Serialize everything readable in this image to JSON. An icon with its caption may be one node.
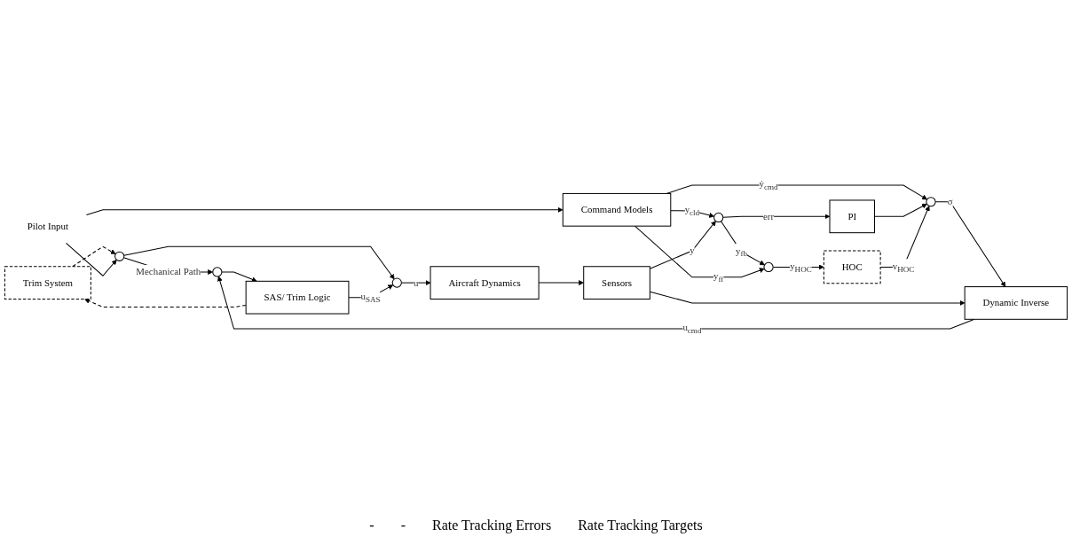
{
  "diagram": {
    "nodes": [
      {
        "text": [
          "Trim System"
        ]
      },
      {
        "text": [],
        "shape": "circle"
      },
      {
        "text": [
          "Pilot Input"
        ]
      },
      {
        "text": [
          "Command Models"
        ]
      },
      {
        "text": [],
        "shape": "circle"
      },
      {
        "text": [],
        "shape": "circle"
      },
      {
        "text": [
          "PI"
        ]
      },
      {
        "text": [
          "Dynamic Inverse"
        ]
      },
      {
        "text": [],
        "shape": "circle"
      },
      {
        "text": [
          "SAS/ Trim Logic"
        ]
      },
      {
        "text": [],
        "shape": "circle"
      },
      {
        "text": [
          "Aircraft Dynamics"
        ]
      },
      {
        "text": [
          "Sensors"
        ]
      },
      {
        "text": [],
        "shape": "circle"
      },
      {
        "text": [
          "HOC"
        ]
      }
    ],
    "edges": [
      {
        "from": 9,
        "to": 0,
        "arrow": "to",
        "style": "dashed"
      },
      {
        "from": 0,
        "to": 1,
        "arrow": "to",
        "style": "dashed"
      },
      {
        "from": 2,
        "to": 1,
        "arrow": "to"
      },
      {
        "from": 2,
        "to": 3,
        "arrow": "to"
      },
      {
        "from": 1,
        "to": 8,
        "arrow": "to",
        "label": "Mechanical Path"
      },
      {
        "from": 1,
        "to": 10,
        "arrow": "to"
      },
      {
        "from": 3,
        "to": 4,
        "arrow": "to",
        "label": "ẏ$_{cmd}$"
      },
      {
        "from": 3,
        "to": 5,
        "arrow": "to",
        "label": "y$_{cld}$"
      },
      {
        "from": 5,
        "to": 6,
        "arrow": "to",
        "label": "err"
      },
      {
        "from": 6,
        "to": 4,
        "arrow": "to"
      },
      {
        "from": 4,
        "to": 7,
        "arrow": "to",
        "label": "σ"
      },
      {
        "from": 7,
        "to": 8,
        "arrow": "to",
        "label": "u$_{cmd}$"
      },
      {
        "from": 8,
        "to": 9,
        "arrow": "to"
      },
      {
        "from": 9,
        "to": 10,
        "arrow": "to",
        "label": "u$_{SAS}$"
      },
      {
        "from": 10,
        "to": 11,
        "arrow": "to",
        "label": "u"
      },
      {
        "from": 11,
        "to": 12,
        "arrow": "to"
      },
      {
        "from": 12,
        "to": 5,
        "arrow": "to",
        "label": "y"
      },
      {
        "from": 12,
        "to": 7,
        "arrow": "to"
      },
      {
        "from": 5,
        "to": 13,
        "arrow": "to",
        "label": "y$_{fb}$"
      },
      {
        "from": 3,
        "to": 13,
        "arrow": "to",
        "label": "y$_{ff}$"
      },
      {
        "from": 13,
        "to": 14,
        "arrow": "to",
        "label": "y$_{HOC}$"
      },
      {
        "from": 14,
        "to": 4,
        "arrow": "to",
        "label": "v$_{HOC}$"
      }
    ],
    "labels": [
      "-",
      "-",
      "Rate Tracking Errors",
      "Rate Tracking Targets"
    ]
  }
}
